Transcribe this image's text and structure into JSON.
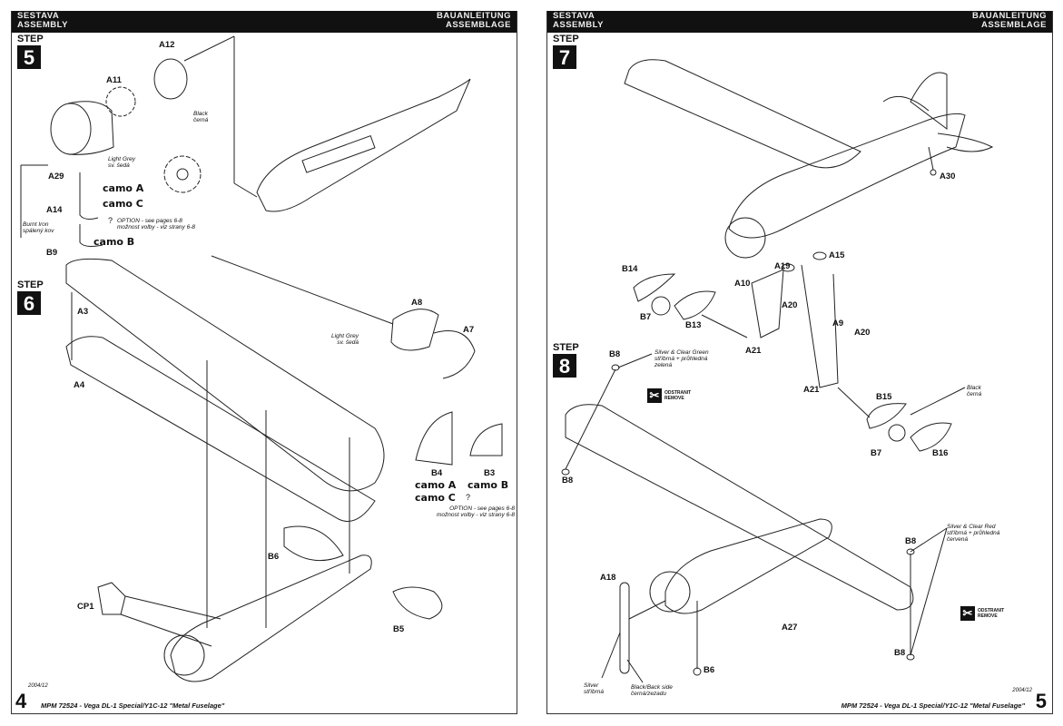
{
  "header": {
    "left_line1": "SESTAVA",
    "left_line2": "ASSEMBLY",
    "right_line1": "BAUANLEITUNG",
    "right_line2": "ASSEMBLAGE"
  },
  "step_label": "STEP",
  "left_page": {
    "page_number": "4",
    "date": "2004/12",
    "footer": "MPM 72524 - Vega DL-1 Special/Y1C-12 \"Metal Fuselage\"",
    "step5": {
      "number": "5",
      "parts": [
        "A12",
        "A11",
        "A29",
        "A14",
        "B9"
      ],
      "notes": {
        "black": "Black",
        "black_cz": "černá",
        "light_grey": "Light Grey",
        "light_grey_cz": "sv. šedá",
        "burnt_iron": "Burnt Iron",
        "burnt_iron_cz": "spálený kov"
      },
      "camo": [
        "camo A",
        "camo C",
        "camo B"
      ],
      "option_q": "?",
      "option_en": "OPTION - see pages 6-8",
      "option_cz": "možnost volby - viz strany 6-8"
    },
    "step6": {
      "number": "6",
      "parts": [
        "A3",
        "A4",
        "A8",
        "A7",
        "B4",
        "B3",
        "B6",
        "CP1",
        "B5"
      ],
      "notes": {
        "light_grey": "Light Grey",
        "light_grey_cz": "sv. šedá"
      },
      "camo_b4_1": "camo A",
      "camo_b4_2": "camo C",
      "camo_b3": "camo B",
      "option_q": "?",
      "option_en": "OPTION - see pages 6-8",
      "option_cz": "možnost volby - viz strany 6-8"
    }
  },
  "right_page": {
    "page_number": "5",
    "date": "2004/12",
    "footer": "MPM 72524 - Vega DL-1 Special/Y1C-12 \"Metal Fuselage\"",
    "step7": {
      "number": "7",
      "parts": [
        "A30",
        "B14",
        "B7",
        "B13",
        "A10",
        "A19",
        "A15",
        "A20",
        "A21",
        "A9",
        "A20",
        "A21",
        "B15",
        "B7",
        "B16"
      ],
      "notes": {
        "black": "Black",
        "black_cz": "černá"
      }
    },
    "step8": {
      "number": "8",
      "parts": [
        "B8",
        "B8",
        "B8",
        "B8",
        "A18",
        "B6",
        "A27"
      ],
      "notes": {
        "green_1": "Silver & Clear Green",
        "green_2": "stříbrná + průhledná",
        "green_3": "zelená",
        "red_1": "Silver & Clear Red",
        "red_2": "stříbrná + průhledná",
        "red_3": "červená",
        "silver_1": "Silver",
        "silver_2": "stříbrná",
        "black_back_1": "Black/Back side",
        "black_back_2": "černá/zezadu"
      },
      "remove_cz": "ODSTRANIT",
      "remove_en": "REMOVE",
      "remove_icon": "scissors-icon"
    }
  }
}
